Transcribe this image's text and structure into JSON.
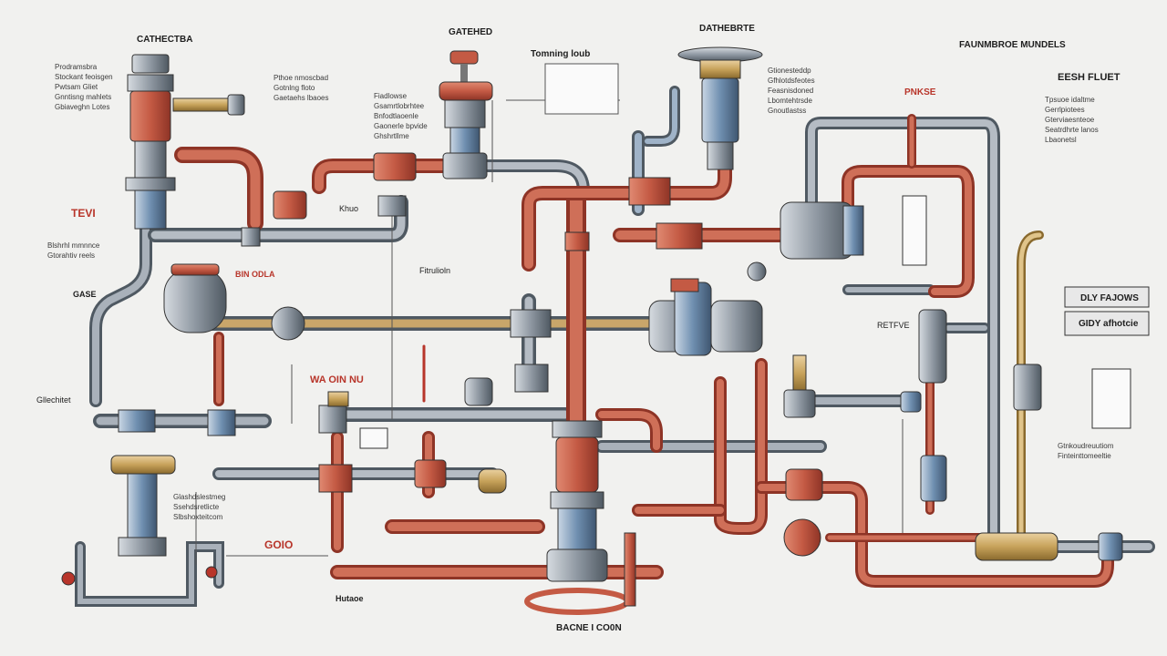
{
  "colors": {
    "background": "#f1f1ef",
    "pipe_red": "#c45a44",
    "pipe_red_dark": "#8e3426",
    "pipe_grey": "#8f98a2",
    "pipe_grey_dark": "#4f5962",
    "pipe_blue": "#6f8fb0",
    "brass": "#c7a25a",
    "accent_red": "#b8352a"
  },
  "labels": {
    "top_left_title": "CATHECTBA",
    "top_center_title": "GATEHED",
    "top_center_box": "Tomning loub",
    "top_right_device": "DATHEBRTE",
    "top_right_title": "FAUNMBROE MUNDELS",
    "right_heading": "EESH FLUET",
    "left_code": "TEVI",
    "left_small": "GASE",
    "left_bottom": "Gllechitet",
    "center_red_mark": "WA OIN NU",
    "center_label": "Fitrulioln",
    "bottom_left_red": "GOIO",
    "bottom_center_box": "Hutaoe",
    "bottom_caption": "BACNE I CO0N",
    "right_box_1": "DLY FAJOWS",
    "right_box_2": "GIDY afhotcie",
    "khuo": "Khuo",
    "pnkse": "PNKSE",
    "tin_ioles": "BIN ODLA",
    "ret_val": "RETFVE"
  },
  "notes": {
    "top_left": [
      "Prodramsbra",
      "Stockant feoisgen",
      "Pwtsam Gliet",
      "Gnntisng mahlets",
      "Gbiaveghn Lotes"
    ],
    "top_left_2": [
      "Pthoe nmoscbad",
      "Gotnlng floto",
      "Gaetaehs lbaoes"
    ],
    "center_top": [
      "Fiadlowse",
      "Gsamrtlobrhtee",
      "Bnfodtlaoenle",
      "Gaonerle bpvide",
      "Ghshrtllme"
    ],
    "right_top": [
      "Gtionesteddp",
      "Gfhlotdsfeotes",
      "Feasnisdoned",
      "Lbomtehtrsde",
      "Gnoutlastss"
    ],
    "right_col": [
      "Tpsuoe idaltme",
      "Gerrlpiotees",
      "Gterviaesnteoe",
      "Seatrdhrte lanos",
      "Lbaonetsl"
    ],
    "left_mid": [
      "Blshrhl mmnnce",
      "Gtorahtiv reels"
    ],
    "bottom_left": [
      "Glashdslestmeg",
      "Ssehdsretlicte",
      "Slbshoxteitcom"
    ],
    "bottom_right": [
      "Gtnkoudreuutiom",
      "Finteinttomeeltie"
    ]
  }
}
